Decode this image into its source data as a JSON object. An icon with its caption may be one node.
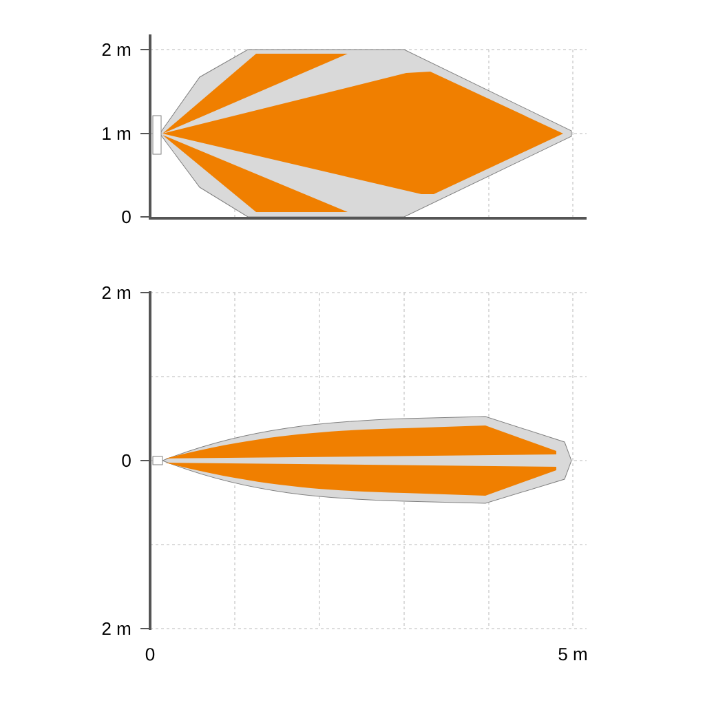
{
  "diagram": {
    "labels": [
      "2 m",
      "1 m",
      "0",
      "2 m",
      "0",
      "2 m",
      "0",
      "5 m"
    ]
  }
}
